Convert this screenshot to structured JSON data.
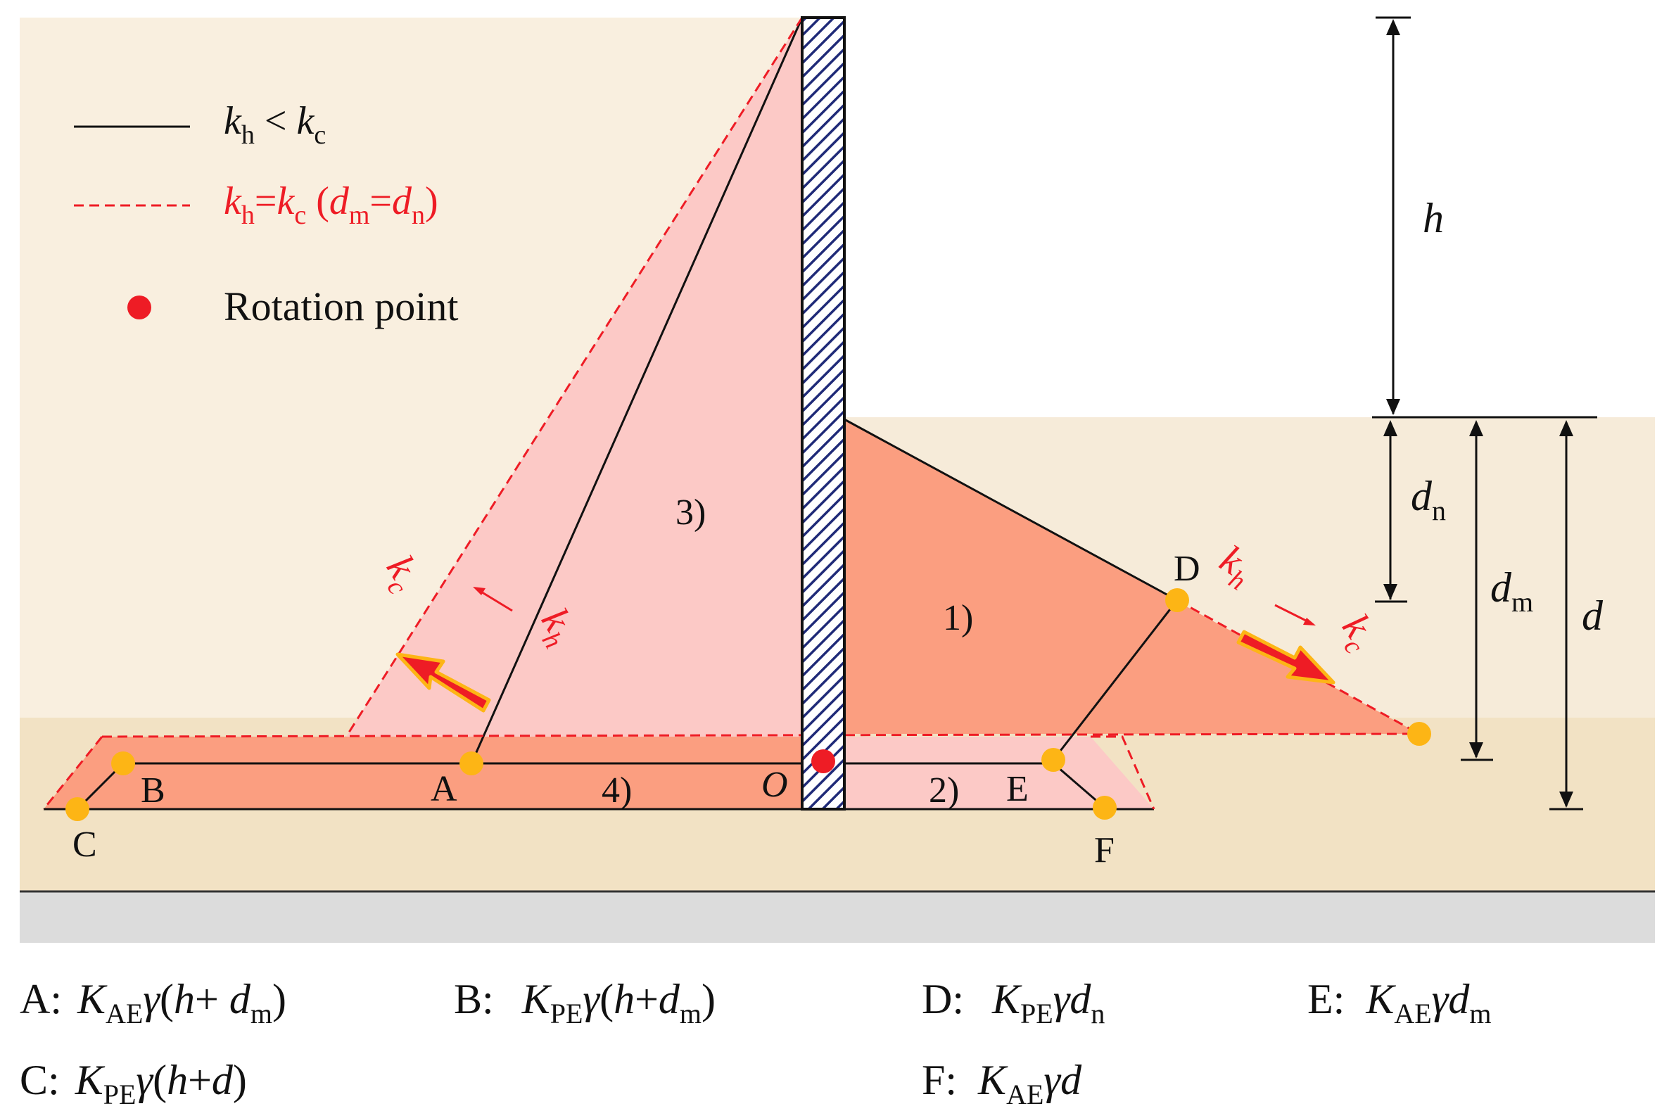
{
  "legend": {
    "solid_kh": "k",
    "solid_kh_sub": "h",
    "solid_lt": " < ",
    "solid_kc": "k",
    "solid_kc_sub": "c",
    "dash_kh": "k",
    "dash_kh_sub": "h",
    "dash_eq": "=",
    "dash_kc": "k",
    "dash_kc_sub": "c",
    "dash_paren_open": " (",
    "dash_dm": "d",
    "dash_dm_sub": "m",
    "dash_eq2": "=",
    "dash_dn": "d",
    "dash_dn_sub": "n",
    "dash_paren_close": ")",
    "rotation": "Rotation point"
  },
  "regions": {
    "r1": "1)",
    "r2": "2)",
    "r3": "3)",
    "r4": "4)"
  },
  "points": {
    "A": "A",
    "B": "B",
    "C": "C",
    "D": "D",
    "E": "E",
    "F": "F",
    "O": "O"
  },
  "annotations": {
    "kc_left": "k",
    "kc_left_sub": "c",
    "kh_left": "k",
    "kh_left_sub": "h",
    "kh_right": "k",
    "kh_right_sub": "h",
    "kc_right": "k",
    "kc_right_sub": "c"
  },
  "dimensions": {
    "h": "h",
    "dn": "d",
    "dn_sub": "n",
    "dm": "d",
    "dm_sub": "m",
    "d": "d"
  },
  "formulas": {
    "A": {
      "label": "A:",
      "K": "K",
      "sub": "AE",
      "g": "γ",
      "o": "(",
      "h": "h",
      "plus": "+ ",
      "v": "d",
      "vs": "m",
      "c": ")"
    },
    "B": {
      "label": "B:",
      "K": "K",
      "sub": "PE",
      "g": "γ",
      "o": "(",
      "h": "h",
      "plus": "+",
      "v": "d",
      "vs": "m",
      "c": ")"
    },
    "C": {
      "label": "C:",
      "K": "K",
      "sub": "PE",
      "g": "γ",
      "o": "(",
      "h": "h",
      "plus": "+",
      "v": "d",
      "c": ")"
    },
    "D": {
      "label": "D:",
      "K": "K",
      "sub": "PE",
      "g": "γ",
      "v": "d",
      "vs": "n"
    },
    "E": {
      "label": "E:",
      "K": "K",
      "sub": "AE",
      "g": "γ",
      "v": "d",
      "vs": "m"
    },
    "F": {
      "label": "F:",
      "K": "K",
      "sub": "AE",
      "g": "γ",
      "v": "d"
    }
  },
  "colors": {
    "soil_upper": "#f9efdf",
    "soil_lower": "#f2e2c4",
    "right_soil": "#f6ebd9",
    "base": "#dcdcdc",
    "pink": "#fcc9c6",
    "salmon": "#fb9e80",
    "red": "#ee1c25",
    "dot": "#fdb515"
  }
}
